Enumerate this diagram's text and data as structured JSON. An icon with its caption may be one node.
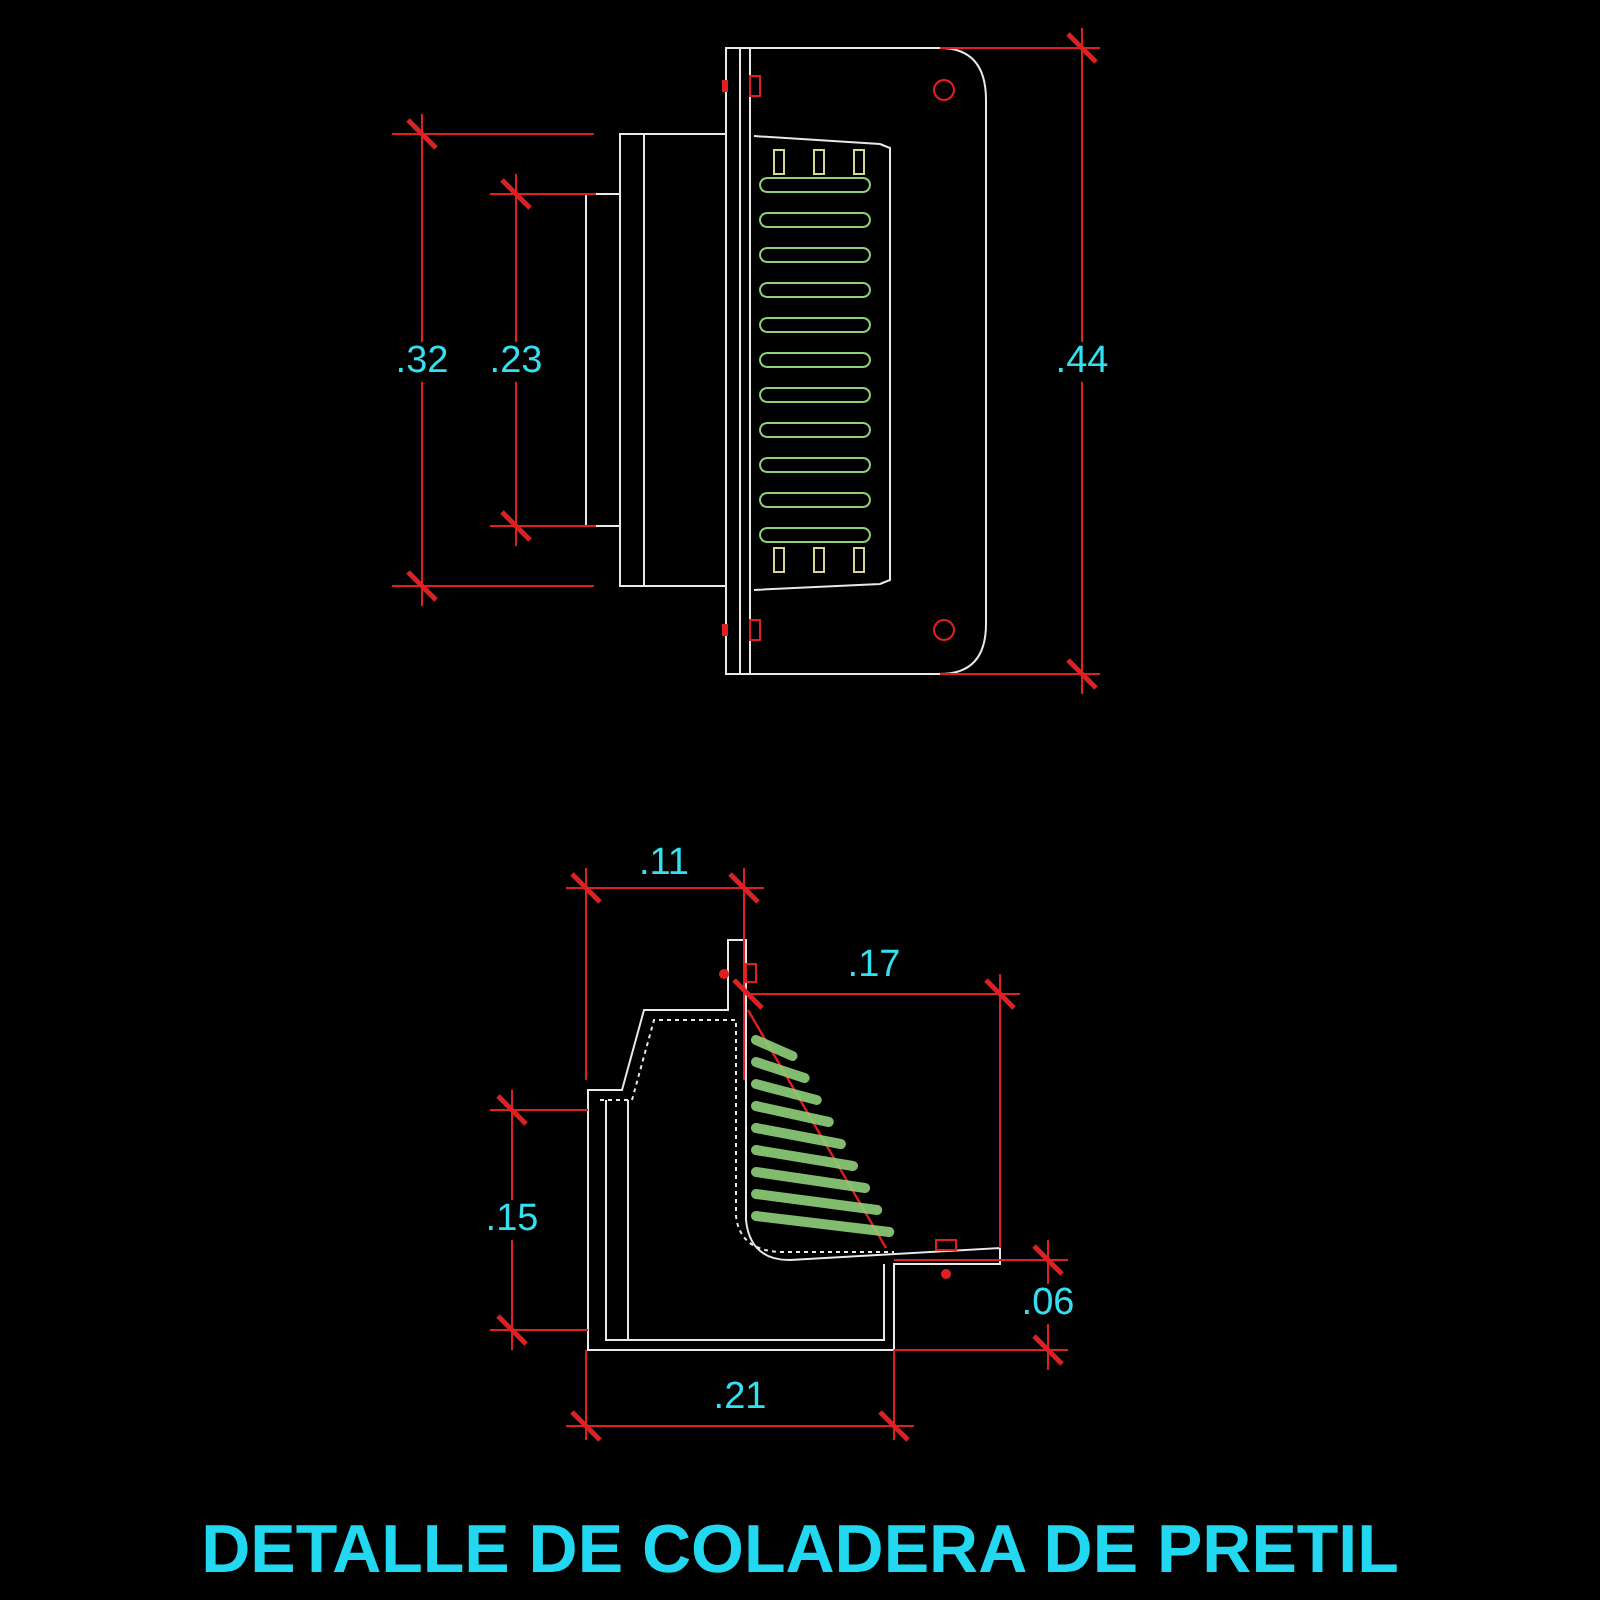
{
  "diagram": {
    "title": "DETALLE DE COLADERA DE PRETIL",
    "labels": [
      ".32",
      ".23",
      ".44",
      ".11",
      ".17",
      ".15",
      ".06",
      ".21"
    ]
  }
}
